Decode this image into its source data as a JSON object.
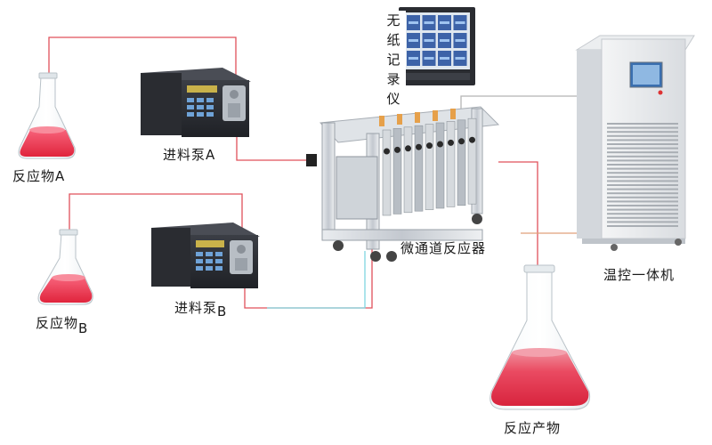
{
  "labels": {
    "reactant_a": "反应物A",
    "reactant_b": "反应物",
    "reactant_b_sub": "B",
    "pump_a": "进料泵A",
    "pump_b": "进料泵",
    "pump_b_sub": "B",
    "recorder_chars": [
      "无",
      "纸",
      "记",
      "录",
      "仪"
    ],
    "reactor": "微通道反应器",
    "chiller": "温控一体机",
    "product": "反应产物"
  },
  "colors": {
    "liquid": "#f2334d",
    "product_liquid": "#e8364f",
    "line_red": "#e0505a",
    "line_cyan": "#7fd6e0",
    "line_orange": "#e0a07a",
    "line_gray": "#b5b5b5",
    "device_dark": "#2b2d33",
    "steel": "#c7ccd2"
  },
  "screen": {
    "panels": 12
  }
}
